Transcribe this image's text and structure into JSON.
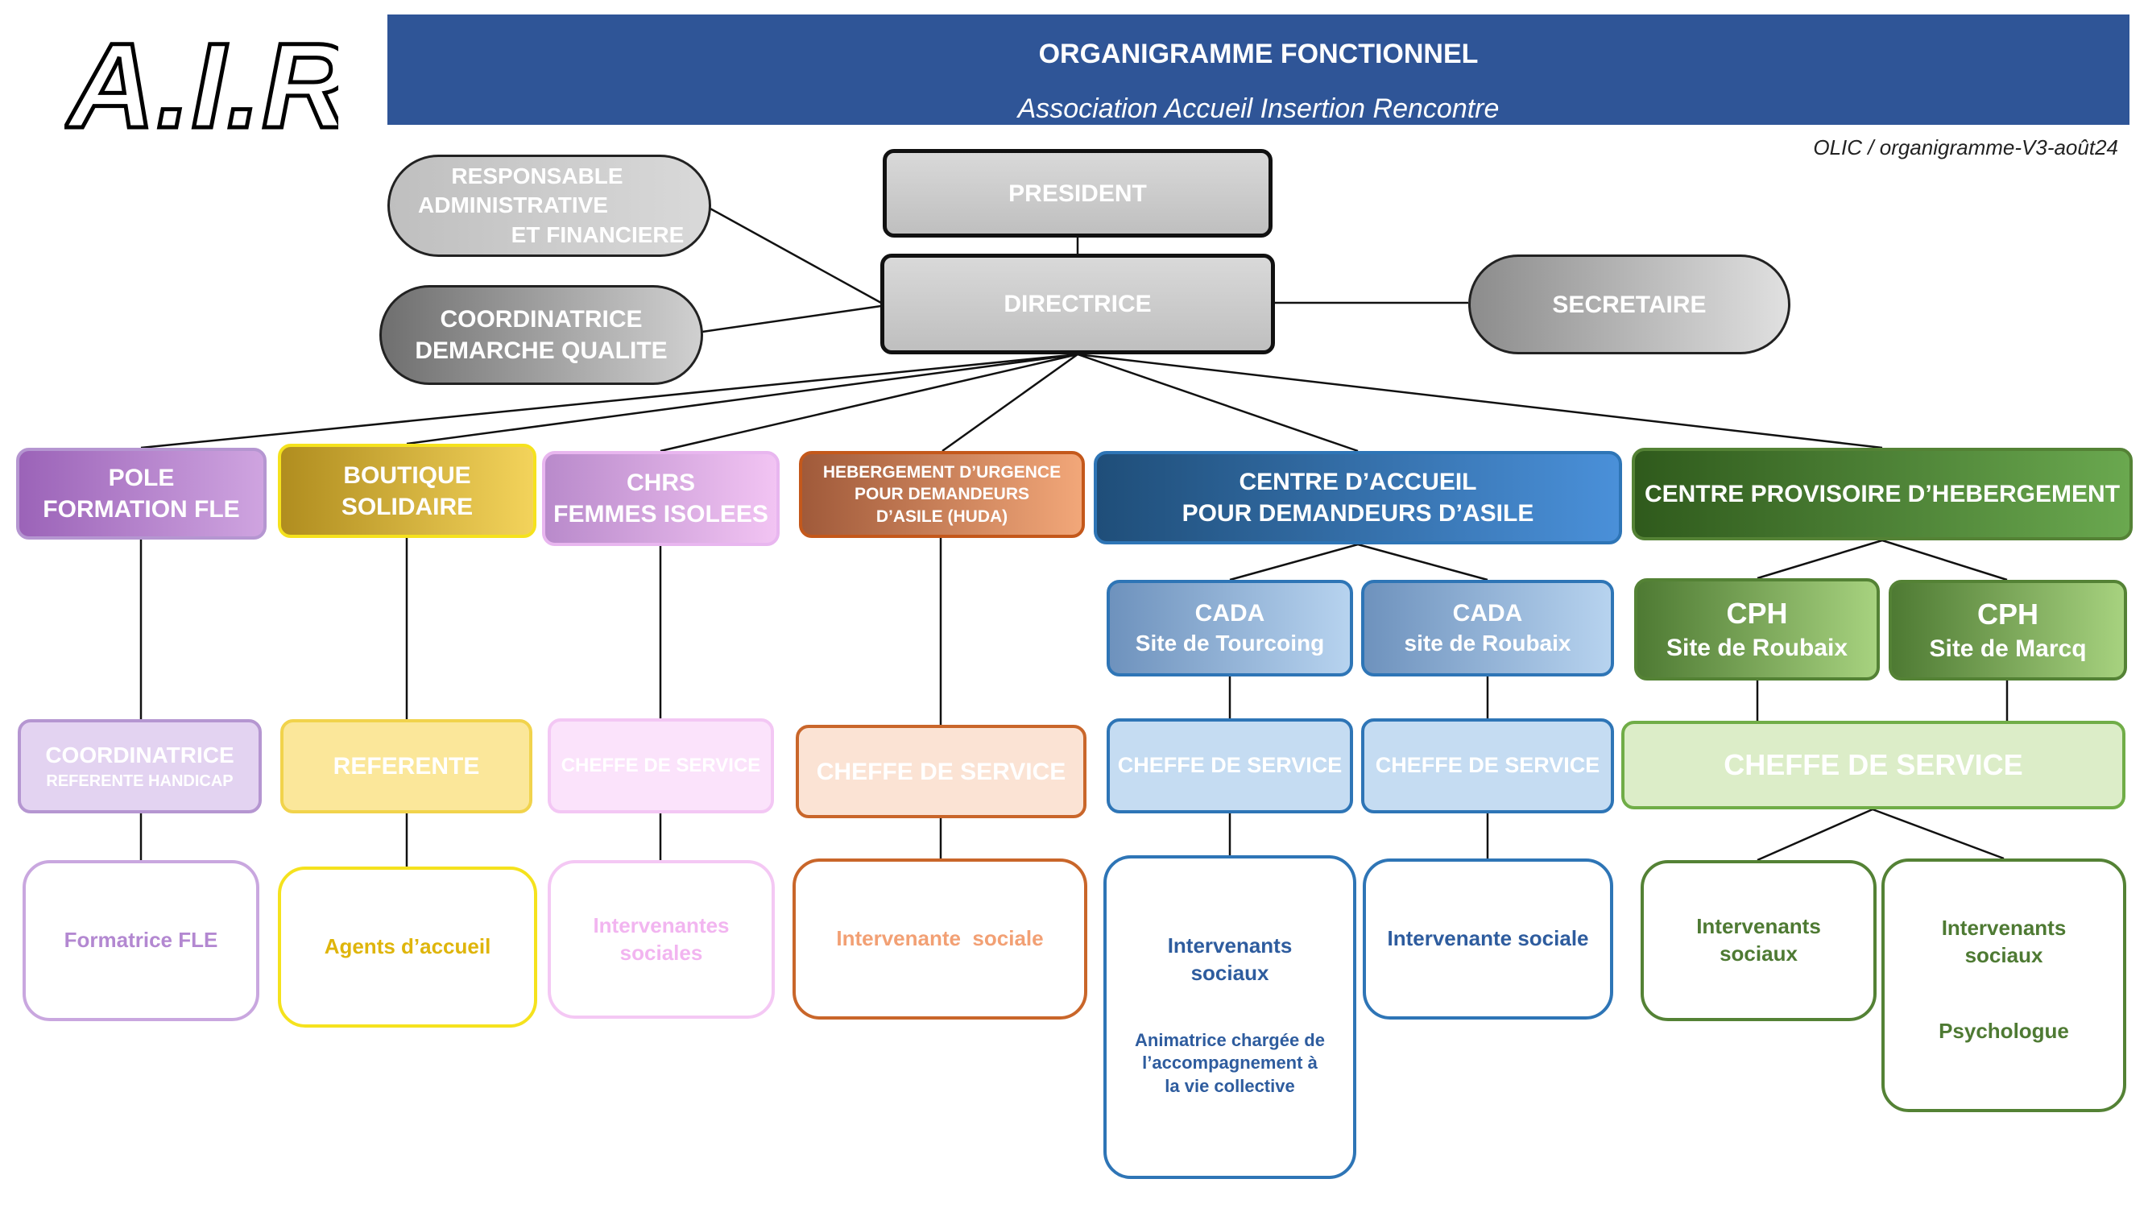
{
  "logo": {
    "text": "A.I.R."
  },
  "header": {
    "title": "ORGANIGRAMME FONCTIONNEL",
    "subtitle": "Association Accueil Insertion Rencontre",
    "version": "OLIC / organigramme-V3-août24"
  },
  "top": {
    "president": "PRESIDENT",
    "directrice": "DIRECTRICE",
    "secretaire": "SECRETAIRE",
    "raf": [
      "RESPONSABLE",
      "ADMINISTRATIVE",
      "ET FINANCIERE"
    ],
    "qualite": [
      "COORDINATRICE",
      "DEMARCHE QUALITE"
    ]
  },
  "departments": {
    "fle": {
      "title": [
        "POLE",
        "FORMATION FLE"
      ],
      "role": [
        "COORDINATRICE",
        "REFERENTE HANDICAP"
      ],
      "staff": [
        "Formatrice FLE"
      ]
    },
    "boutique": {
      "title": [
        "BOUTIQUE",
        "SOLIDAIRE"
      ],
      "role": [
        "REFERENTE"
      ],
      "staff": [
        "Agents d’accueil"
      ]
    },
    "chrs": {
      "title": [
        "CHRS",
        "FEMMES ISOLEES"
      ],
      "role": [
        "CHEFFE DE SERVICE"
      ],
      "staff": [
        "Intervenantes",
        "sociales"
      ]
    },
    "huda": {
      "title": [
        "HEBERGEMENT D’URGENCE",
        "POUR DEMANDEURS",
        "D’ASILE (HUDA)"
      ],
      "role": [
        "CHEFFE DE SERVICE"
      ],
      "staff": [
        "Intervenante  sociale"
      ]
    },
    "cada": {
      "title": [
        "CENTRE D’ACCUEIL",
        "POUR DEMANDEURS D’ASILE"
      ],
      "sites": [
        {
          "name": "CADA",
          "site": "Site de Tourcoing",
          "role": "CHEFFE DE SERVICE",
          "staff": [
            "Intervenants",
            "sociaux"
          ],
          "extra": [
            "Animatrice chargée de",
            "l’accompagnement à",
            "la vie collective"
          ]
        },
        {
          "name": "CADA",
          "site": "site de Roubaix",
          "role": "CHEFFE DE SERVICE",
          "staff": [
            "Intervenante sociale"
          ]
        }
      ]
    },
    "cph": {
      "title": [
        "CENTRE PROVISOIRE D’HEBERGEMENT"
      ],
      "sites": [
        {
          "name": "CPH",
          "site": "Site de Roubaix"
        },
        {
          "name": "CPH",
          "site": "Site de Marcq"
        }
      ],
      "role": "CHEFFE DE SERVICE",
      "staff_left": [
        "Intervenants",
        "sociaux"
      ],
      "staff_right": [
        "Intervenants",
        "sociaux"
      ],
      "staff_right_extra": "Psychologue"
    }
  }
}
